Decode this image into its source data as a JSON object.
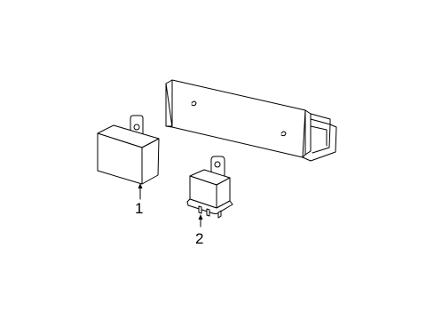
{
  "callouts": [
    {
      "id": "1",
      "label": "1"
    },
    {
      "id": "2",
      "label": "2"
    }
  ],
  "colors": {
    "background": "#ffffff",
    "line": "#000000"
  }
}
